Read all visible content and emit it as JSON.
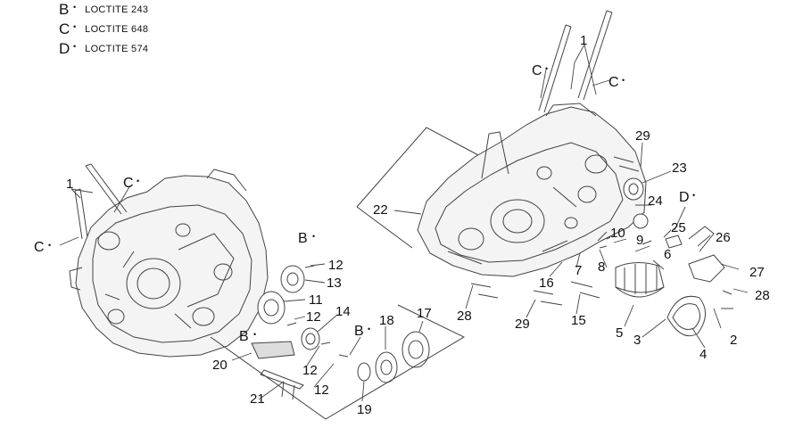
{
  "legend": [
    {
      "letter": "B",
      "drop": "•",
      "text": "LOCTITE 243"
    },
    {
      "letter": "C",
      "drop": "•",
      "text": "LOCTITE 648"
    },
    {
      "letter": "D",
      "drop": "•",
      "text": "LOCTITE 574"
    }
  ],
  "callouts": {
    "c1l": "1",
    "cCla": "C",
    "cClb": "C",
    "cBl1": "B",
    "cBl2": "B",
    "cBr": "B",
    "c12a": "12",
    "c13": "13",
    "c11": "11",
    "c12b": "12",
    "c14": "14",
    "c18": "18",
    "c17": "17",
    "c20": "20",
    "c12c": "12",
    "c12d": "12",
    "c21": "21",
    "c19": "19",
    "c1r": "1",
    "cCra": "C",
    "cCrb": "C",
    "c29a": "29",
    "c23": "23",
    "c24": "24",
    "cD": "D",
    "c22": "22",
    "c25": "25",
    "c26": "26",
    "c10": "10",
    "c9": "9",
    "c6": "6",
    "c27": "27",
    "c28a": "28",
    "c8": "8",
    "c7": "7",
    "c16": "16",
    "c28b": "28",
    "c29b": "29",
    "c15": "15",
    "c5": "5",
    "c3": "3",
    "c4": "4",
    "c2": "2"
  },
  "colors": {
    "line": "#444444",
    "fill": "#f4f4f4",
    "text": "#111111"
  }
}
